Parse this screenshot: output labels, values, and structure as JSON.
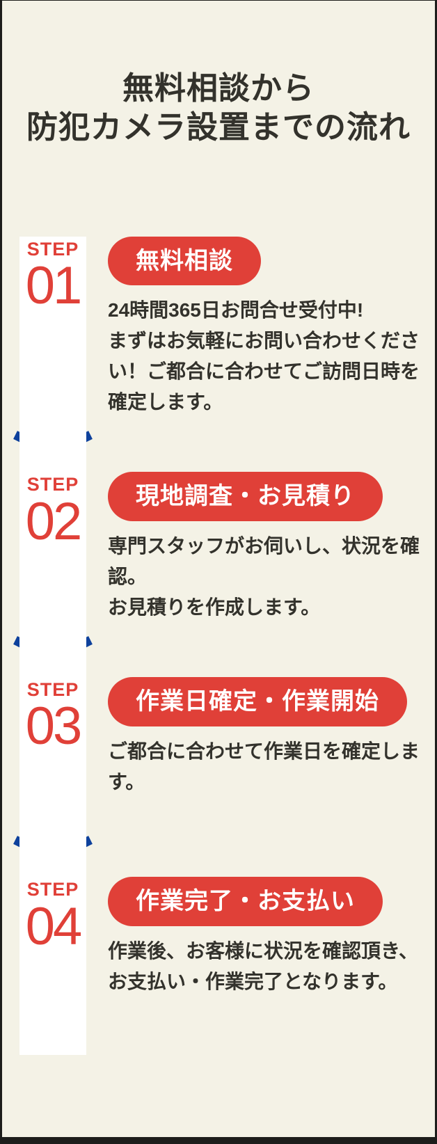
{
  "title": {
    "line1": "無料相談から",
    "line2": "防犯カメラ設置までの流れ"
  },
  "colors": {
    "accent_red": "#e04038",
    "chevron_blue": "#0e419c",
    "text_dark": "#33322c",
    "column_white": "#ffffff",
    "page_background": "#f4f2e6",
    "frame": "#1d1d1b"
  },
  "steps": [
    {
      "label": "STEP",
      "number": "01",
      "title": "無料相談",
      "description": "24時間365日お問合せ受付中!\nまずはお気軽にお問い合わせください！ご都合に合わせてご訪問日時を確定します。"
    },
    {
      "label": "STEP",
      "number": "02",
      "title": "現地調査・お見積り",
      "description": "専門スタッフがお伺いし、状況を確認。\nお見積りを作成します。"
    },
    {
      "label": "STEP",
      "number": "03",
      "title": "作業日確定・作業開始",
      "description": "ご都合に合わせて作業日を確定します。"
    },
    {
      "label": "STEP",
      "number": "04",
      "title": "作業完了・お支払い",
      "description": "作業後、お客様に状況を確認頂き、\nお支払い・作業完了となります。"
    }
  ]
}
